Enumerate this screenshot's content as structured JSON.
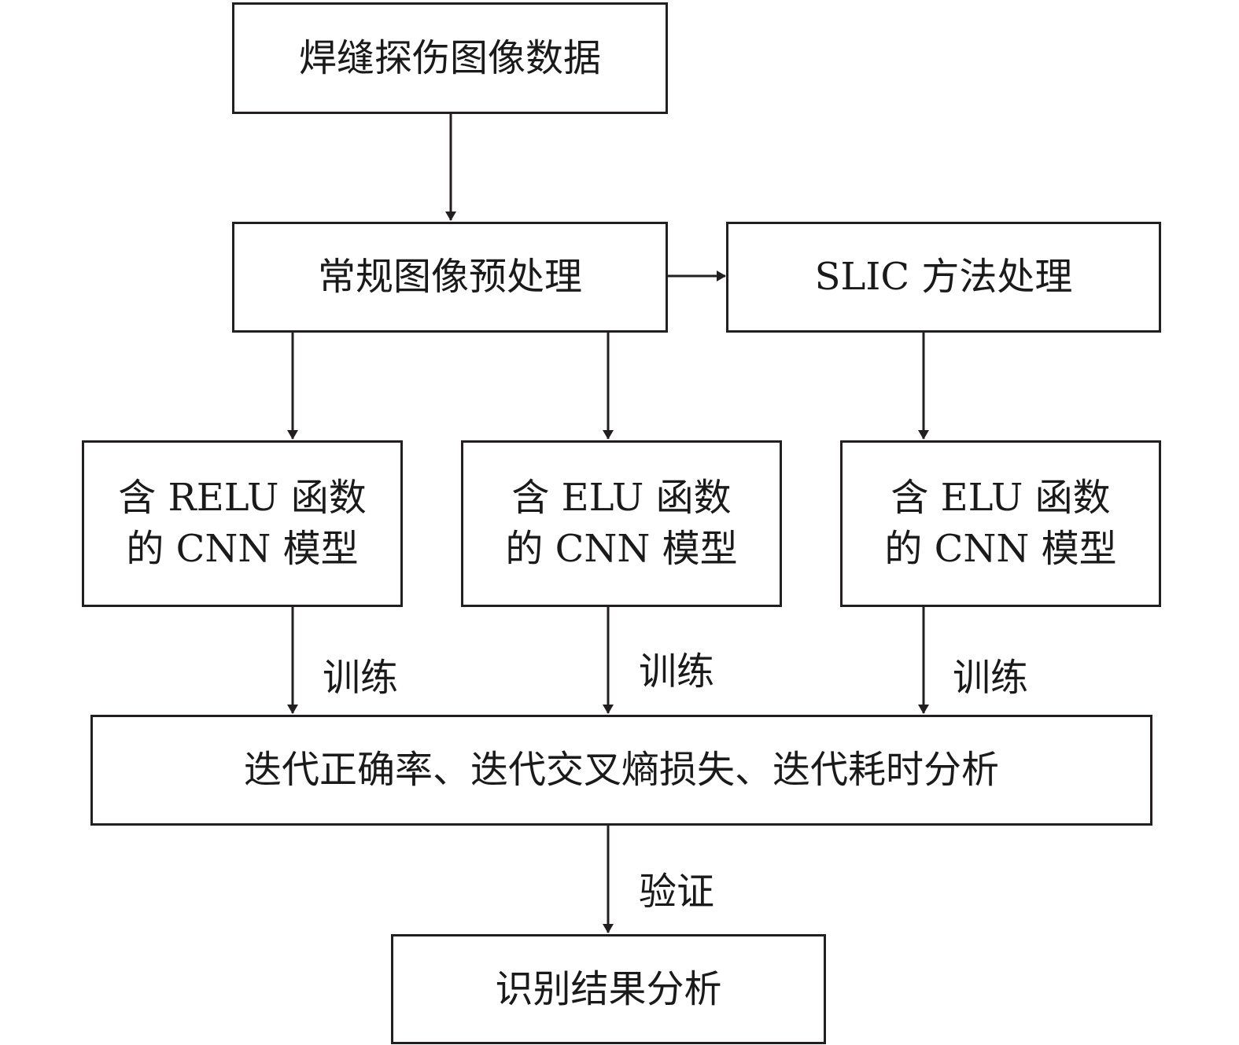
{
  "nodes": {
    "source_data": {
      "label": "焊缝探伤图像数据"
    },
    "preprocess": {
      "label": "常规图像预处理"
    },
    "slic": {
      "label": "SLIC 方法处理"
    },
    "cnn_relu": {
      "label": "含 RELU 函数\n的 CNN 模型"
    },
    "cnn_elu": {
      "label": "含 ELU 函数\n的 CNN 模型"
    },
    "cnn_elu_slic": {
      "label": "含 ELU 函数\n的 CNN 模型"
    },
    "analysis": {
      "label": "迭代正确率、迭代交叉熵损失、迭代耗时分析"
    },
    "result": {
      "label": "识别结果分析"
    }
  },
  "edge_labels": {
    "train_1": "训练",
    "train_2": "训练",
    "train_3": "训练",
    "verify": "验证"
  },
  "colors": {
    "stroke": "#231f20",
    "background": "#ffffff"
  }
}
